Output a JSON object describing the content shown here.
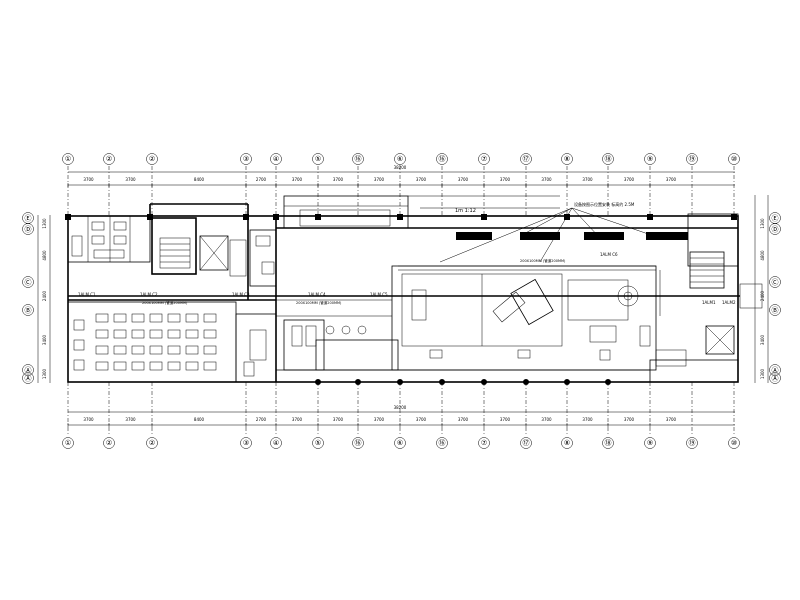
{
  "drawing": {
    "scale_label": "1m 1:12",
    "grid_top": [
      "①",
      "②",
      "②",
      "③",
      "④",
      "⑤",
      "⑯",
      "⑥",
      "⑯",
      "⑦",
      "⑰",
      "⑧",
      "⑱",
      "⑨",
      "⑲",
      "⑩"
    ],
    "grid_bottom": [
      "①",
      "②",
      "②",
      "③",
      "④",
      "⑤",
      "⑯",
      "⑥",
      "⑯",
      "⑦",
      "⑰",
      "⑧",
      "⑱",
      "⑨",
      "⑲",
      "⑩"
    ],
    "grid_left": [
      "Ⓔ",
      "Ⓓ",
      "Ⓒ",
      "Ⓑ",
      "Ⓐ",
      "Ⓐ"
    ],
    "grid_right": [
      "Ⓔ",
      "Ⓓ",
      "Ⓒ",
      "Ⓑ",
      "Ⓐ",
      "Ⓐ"
    ],
    "dims_top": [
      "3700",
      "3700",
      "8400",
      "2700",
      "3700",
      "3700",
      "3700",
      "3700",
      "3700",
      "3700",
      "3700",
      "3700",
      "3700",
      "3700"
    ],
    "dims_bottom": [
      "3700",
      "3700",
      "8400",
      "2700",
      "3700",
      "3700",
      "3700",
      "3700",
      "3700",
      "3700",
      "3700",
      "3700",
      "3700",
      "3700"
    ],
    "total_dim": "38200",
    "left_dims": [
      "1300",
      "4800",
      "2400",
      "3400",
      "1300"
    ],
    "right_dims": [
      "1300",
      "4800",
      "2400",
      "3400",
      "1300"
    ],
    "room_tags": [
      "1ALM C1",
      "1ALM C2",
      "1ALM C3",
      "1ALM C4",
      "1ALM C5",
      "1ALM C6",
      "1ALM1",
      "1ALM2"
    ],
    "duct_notes": [
      "200X100MM (管道200MM)",
      "200X100MM (管道200MM)",
      "200X100MM (管道200MM)"
    ],
    "callout": "设备按图示位置安装 标高约 2.5M"
  }
}
